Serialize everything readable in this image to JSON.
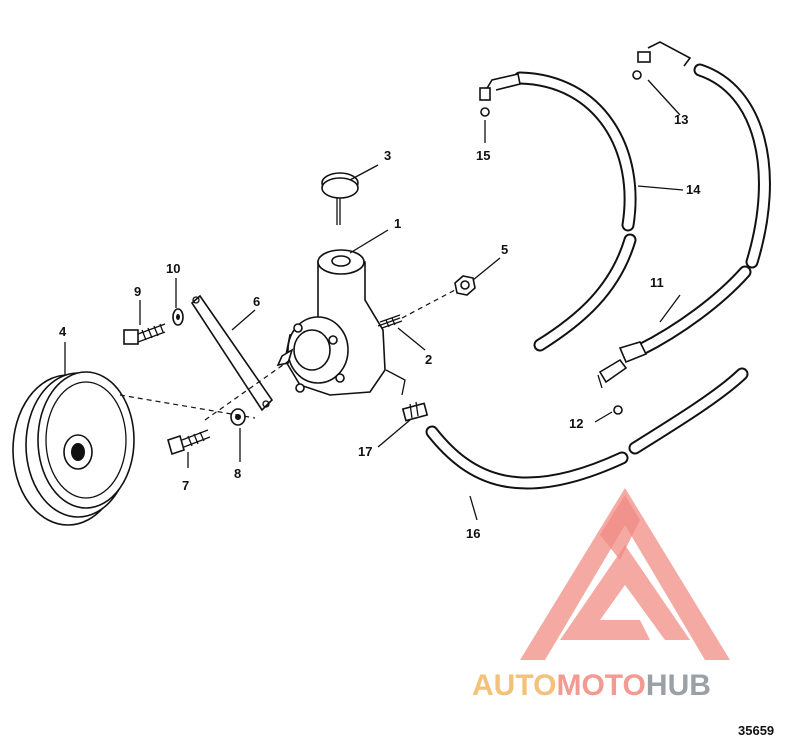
{
  "callouts": {
    "c1": "1",
    "c2": "2",
    "c3": "3",
    "c4": "4",
    "c5": "5",
    "c6": "6",
    "c7": "7",
    "c8": "8",
    "c9": "9",
    "c10": "10",
    "c11": "11",
    "c12": "12",
    "c13": "13",
    "c14": "14",
    "c15": "15",
    "c16": "16",
    "c17": "17"
  },
  "watermark": {
    "auto": "AUTO",
    "moto": "MOTO",
    "hub": "HUB",
    "colors": {
      "auto": "#f2c27a",
      "moto": "#f39a92",
      "hub": "#9aa0a6",
      "logo": "#f08c84"
    }
  },
  "reference_number": "35659"
}
